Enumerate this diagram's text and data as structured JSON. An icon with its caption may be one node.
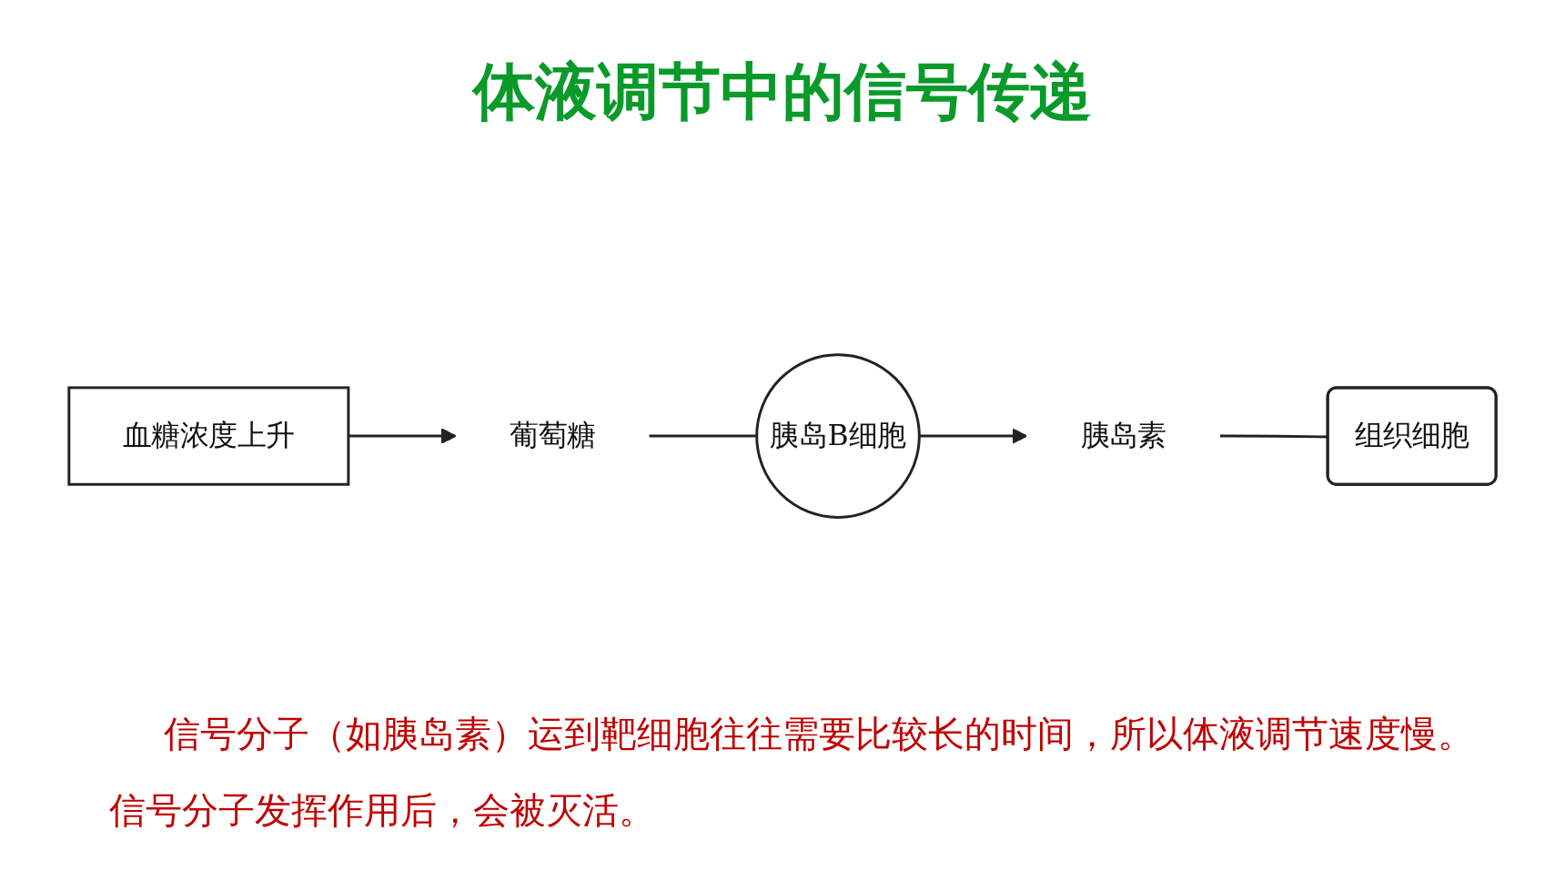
{
  "diagram": {
    "title": "体液调节中的信号传递",
    "nodes": [
      {
        "text": [
          "血糖浓度上升"
        ]
      },
      {
        "text": [
          "葡萄糖"
        ]
      },
      {
        "text": [
          "胰岛B细胞"
        ]
      },
      {
        "text": [
          "胰岛素"
        ]
      },
      {
        "text": [
          "组织细胞"
        ]
      }
    ],
    "edges": [
      {
        "from": 0,
        "to": 1,
        "arrow": "to"
      },
      {
        "from": 1,
        "to": 2,
        "arrow": "none"
      },
      {
        "from": 2,
        "to": 3,
        "arrow": "to"
      },
      {
        "from": 3,
        "to": 4,
        "arrow": "none"
      }
    ],
    "caption": "信号分子（如胰岛素）运到靶细胞往往需要比较长的时间，所以体液调节速度慢。信号分子发挥作用后，会被灭活。"
  }
}
